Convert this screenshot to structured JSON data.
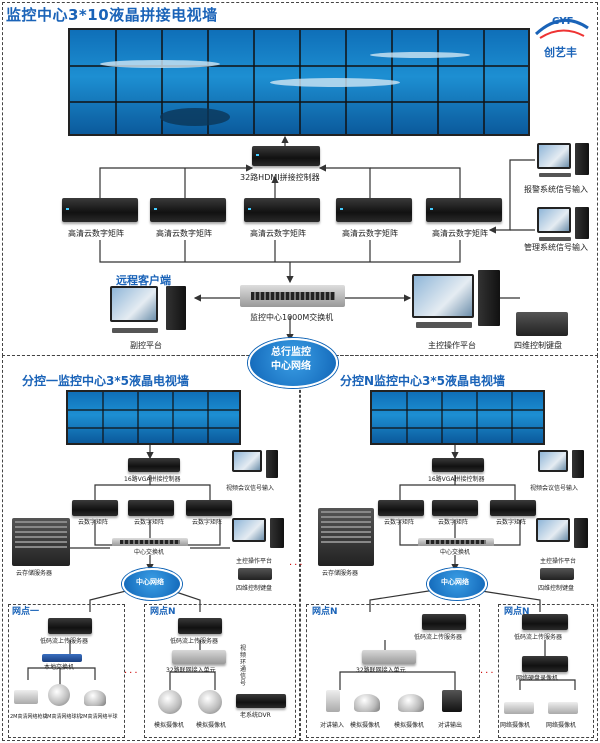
{
  "title": "监控中心3*10液晶拼接电视墙",
  "logo": {
    "text": "CYF",
    "name": "创艺丰"
  },
  "main": {
    "controller": "32路HDMI拼接控制器",
    "matrix_label": "高清云数字矩阵",
    "alarm_input": "报警系统信号输入",
    "mgmt_input": "管理系统信号输入",
    "remote_client": "远程客户端",
    "sub_platform": "副控平台",
    "switch": "监控中心1000M交换机",
    "main_platform": "主控操作平台",
    "keyboard": "四维控制键盘",
    "network": "总行监控\n中心网络"
  },
  "branch1": {
    "title": "分控一监控中心3*5液晶电视墙",
    "controller": "16路VGA拼接控制器",
    "video_input": "视频会议信号输入",
    "matrix_label": "云数字矩阵",
    "switch": "中心交换机",
    "storage": "云存储服务器",
    "platform": "主控操作平台",
    "keyboard": "四维控制键盘",
    "network": "中心网络"
  },
  "branchN": {
    "title": "分控N监控中心3*5液晶电视墙",
    "controller": "16路VGA拼接控制器",
    "video_input": "视频会议信号输入",
    "matrix_label": "云数字矩阵",
    "switch": "中心交换机",
    "storage": "云存储服务器",
    "platform": "主控操作平台",
    "keyboard": "四维控制键盘",
    "network": "中心网络"
  },
  "site1": {
    "title": "网点一",
    "upload": "低码流上传服务器",
    "switch": "本地交换机",
    "cam1": "2M高清网络枪机",
    "cam2": "2M高清网络球机",
    "cam3": "2M高清网络半球"
  },
  "siteN_a": {
    "title": "网点N",
    "upload": "低码流上传服务器",
    "unit": "32路联网接入单元",
    "dvr_link": "视频环通信号",
    "dvr": "老系统DVR",
    "cam1": "模拟摄像机",
    "cam2": "模拟摄像机"
  },
  "siteN_b": {
    "title": "网点N",
    "upload": "低码流上传服务器",
    "unit": "32路联网接入单元",
    "cam1": "对讲输入",
    "cam2": "模拟摄像机",
    "cam3": "模拟摄像机",
    "cam4": "对讲输出"
  },
  "siteN_c": {
    "title": "网点N",
    "upload": "低码流上传服务器",
    "nvr": "网络硬盘录像机",
    "cam1": "网络摄像机",
    "cam2": "网络摄像机"
  },
  "colors": {
    "accent": "#1a63b8",
    "arrow": "#333"
  }
}
